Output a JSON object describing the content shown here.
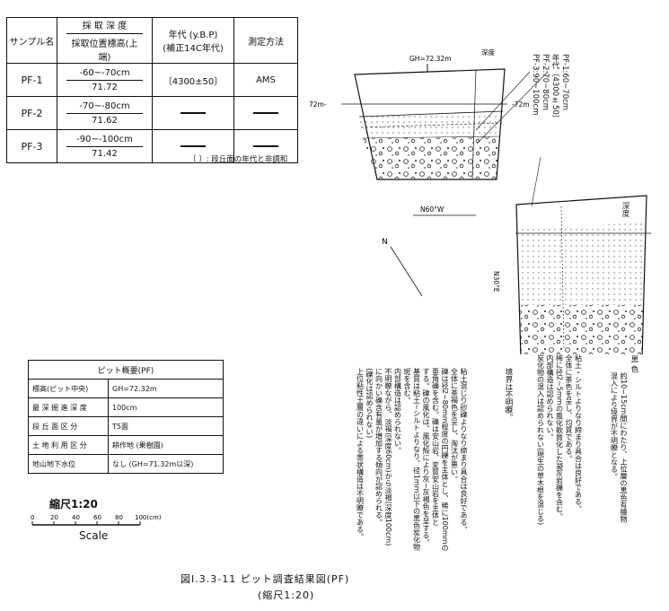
{
  "sample_table": {
    "headers": {
      "sample": "サンプル名",
      "depth_main": "採 取 深 度",
      "depth_sub": "採取位置標高(上端)",
      "age_main": "年代 (y.B.P)",
      "age_sub": "(補正14C年代)",
      "method": "測定方法"
    },
    "rows": [
      {
        "name": "PF-1",
        "depth": "-60~-70cm",
        "elev": "71.72",
        "age": "〔4300±50〕",
        "method": "AMS"
      },
      {
        "name": "PF-2",
        "depth": "-70~-80cm",
        "elev": "71.62",
        "age": "",
        "method": ""
      },
      {
        "name": "PF-3",
        "depth": "-90~-100cm",
        "elev": "71.42",
        "age": "",
        "method": ""
      }
    ],
    "note": "〔 〕: 段丘面の年代と非調和"
  },
  "overview_table": {
    "title": "ピット概要(PF)",
    "rows": [
      {
        "key": "標高(ピット中央)",
        "value": "GH=72.32m"
      },
      {
        "key": "最 深 掘 進 深 度",
        "value": "100cm"
      },
      {
        "key": "段 丘 面 区 分",
        "value": "T5面"
      },
      {
        "key": "土 地 利 用 区 分",
        "value": "耕作地 (果樹園)"
      },
      {
        "key": "地山地下水位",
        "value": "なし (GH=71.32m以深)"
      }
    ]
  },
  "scale": {
    "title": "縮尺1:20",
    "ticks": [
      "0",
      "20",
      "40",
      "60",
      "80",
      "100(cm)"
    ],
    "word": "Scale"
  },
  "diagram": {
    "gh_label": "GH=72.32m",
    "depth_label": "深度",
    "elev_left": "72m-",
    "elev_right": "-72m",
    "sample_labels": "PF-1:60~70cm\n年代〔4300±50〕\nPF-2:70~80cm\nPF-3:90~100cm",
    "north_west": "N60°W",
    "north_east": "N30°E",
    "north_mark": "N",
    "kuro": "黒 色",
    "depth_label2": "深度",
    "desc_left": "粘土混じり砂礫よりなり締まり具合は良好である。\n全体に茶褐色を呈し、淘汰が悪い。\n礫は径2~80mm程度の円礫を主体とし、稀に100mmの\n亜角礫を含む。礫は安山岩、変質安山岩を主体と\nする。礫の風化は、風化殻により灰~灰褐色を呈する。\n基質は粘土~シルトよりなり、径1mm以下の黒色炭化物\n斑を含む。\n内部構造は認められない。\n不明瞭ながら、淡褐(深度60cm)から淡褐(深度100cm)\nに向かい礫含有量が増加する傾向が認められる。\n(礫化は認められない)\n上位粘性土層の違いによる帯状構造は不明瞭である。",
    "desc_mid": "境界は不明瞭。",
    "desc_right": "粘土・シルトよりなり締まり具合は良好である。\n全体に茶色を呈し、均質である。\n稀に径2~5mmの風化軟質化した凝灰岩礫を含む。\n内部構造は認められない。\n炭化物の混入は認められない(現生の草木根を混じる)",
    "desc_top": "約10~15cm間にわたり、上位層の黒色有機物\n混入により境界が不明瞭となる。"
  },
  "caption": {
    "line1": "図Ⅰ.3.3-11  ピット調査結果図(PF)",
    "line2": "(縮尺1:20)"
  }
}
